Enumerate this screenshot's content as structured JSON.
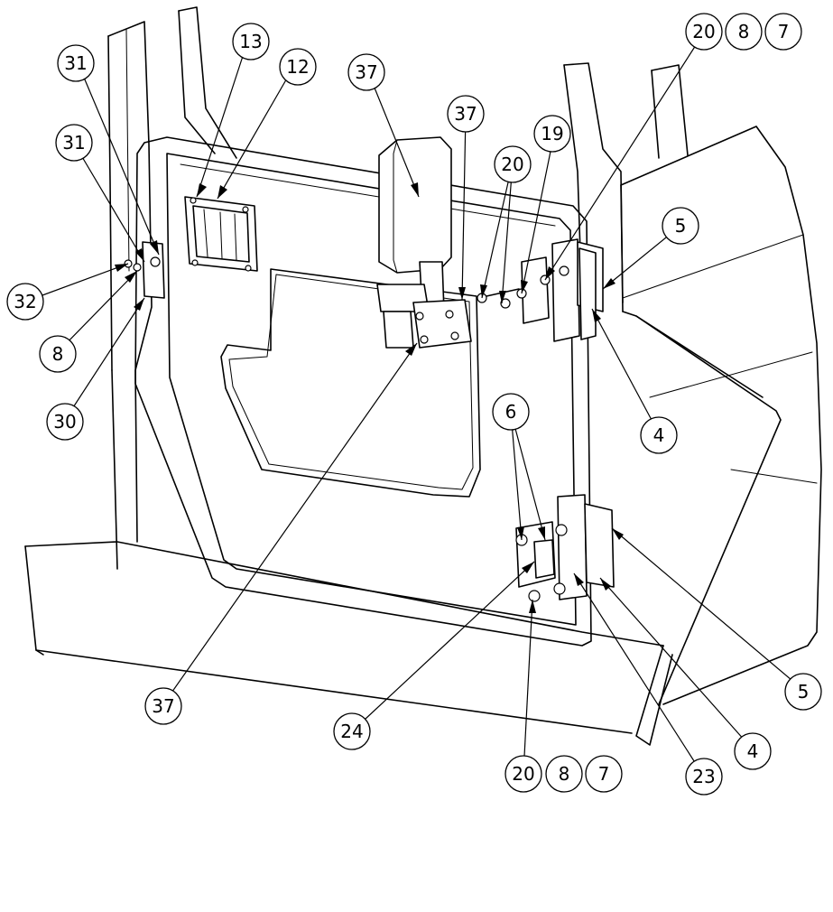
{
  "callouts": [
    {
      "id": "c13",
      "label": "13"
    },
    {
      "id": "c12",
      "label": "12"
    },
    {
      "id": "c31a",
      "label": "31"
    },
    {
      "id": "c31b",
      "label": "31"
    },
    {
      "id": "c32",
      "label": "32"
    },
    {
      "id": "c8a",
      "label": "8"
    },
    {
      "id": "c30",
      "label": "30"
    },
    {
      "id": "c37a",
      "label": "37"
    },
    {
      "id": "c37b",
      "label": "37"
    },
    {
      "id": "c37c",
      "label": "37"
    },
    {
      "id": "c20a",
      "label": "20"
    },
    {
      "id": "c19",
      "label": "19"
    },
    {
      "id": "c20t",
      "label": "20"
    },
    {
      "id": "c8t",
      "label": "8"
    },
    {
      "id": "c7t",
      "label": "7"
    },
    {
      "id": "c5a",
      "label": "5"
    },
    {
      "id": "c4a",
      "label": "4"
    },
    {
      "id": "c6",
      "label": "6"
    },
    {
      "id": "c5b",
      "label": "5"
    },
    {
      "id": "c4b",
      "label": "4"
    },
    {
      "id": "c23",
      "label": "23"
    },
    {
      "id": "c24",
      "label": "24"
    },
    {
      "id": "c20b",
      "label": "20"
    },
    {
      "id": "c8b",
      "label": "8"
    },
    {
      "id": "c7b",
      "label": "7"
    }
  ]
}
